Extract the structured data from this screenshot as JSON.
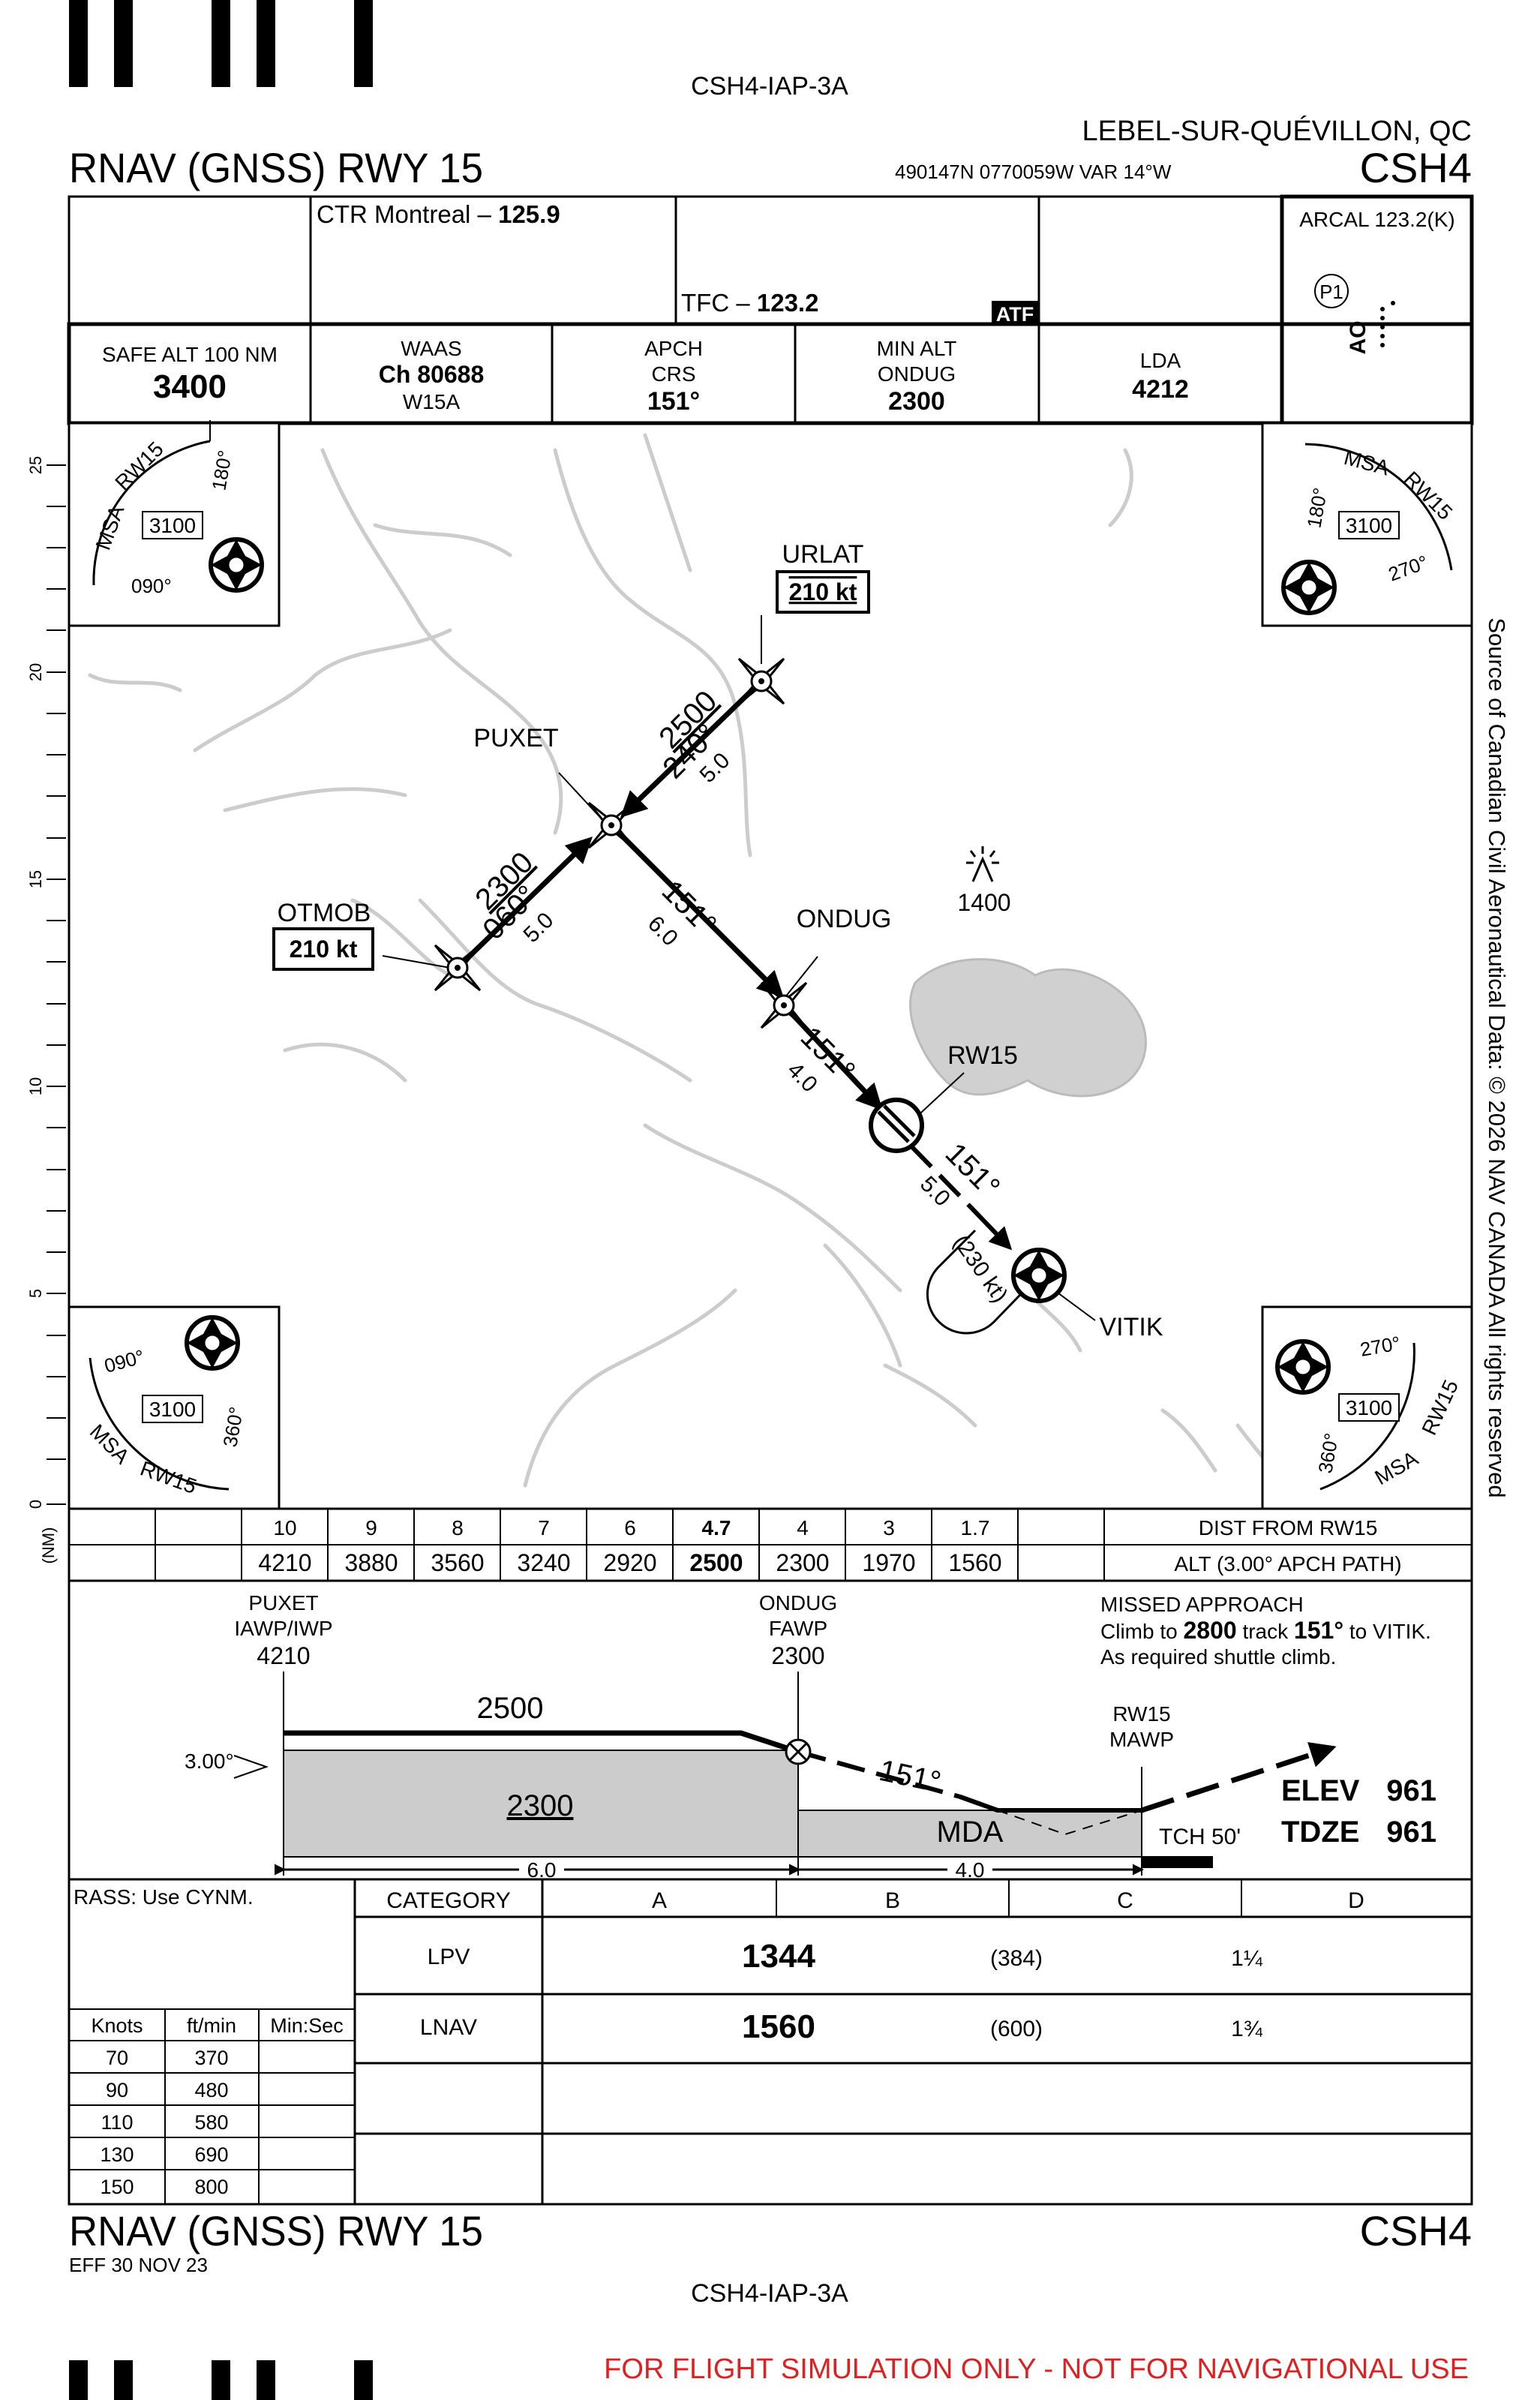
{
  "chart_id": "CSH4-IAP-3A",
  "location": "LEBEL-SUR-QUÉVILLON, QC",
  "procedure": "RNAV (GNSS) RWY 15",
  "coordinates": "490147N  0770059W  VAR 14°W",
  "ident": "CSH4",
  "comms": {
    "ctr_label": "CTR Montreal",
    "ctr_freq": "125.9",
    "tfc_label": "TFC",
    "tfc_freq": "123.2",
    "atf": "ATF",
    "arcal": "ARCAL 123.2(K)",
    "p1": "P1",
    "ao": "AO"
  },
  "info": {
    "safe_alt_label": "SAFE ALT 100 NM",
    "safe_alt": "3400",
    "waas_label": "WAAS",
    "waas_ch": "Ch 80688",
    "waas_id": "W15A",
    "apch_label": "APCH",
    "crs_label": "CRS",
    "apch_crs": "151°",
    "min_alt_label": "MIN ALT",
    "min_alt_fix": "ONDUG",
    "min_alt": "2300",
    "lda_label": "LDA",
    "lda": "4212"
  },
  "plan": {
    "scale_ticks": [
      "25",
      "20",
      "15",
      "10",
      "5",
      "0"
    ],
    "scale_unit": "(NM)",
    "msa_label_a": "MSA",
    "msa_label_b": "RW15",
    "msa_alt": "3100",
    "msa_bearings": [
      "180°",
      "090°",
      "270°",
      "360°"
    ],
    "fixes": {
      "urlat": "URLAT",
      "urlat_speed": "210 kt",
      "puxet": "PUXET",
      "otmob": "OTMOB",
      "otmob_speed": "210 kt",
      "ondug": "ONDUG",
      "rw15": "RW15",
      "vitik": "VITIK",
      "obstacle": "1400"
    },
    "legs": {
      "urlat_alt": "2500",
      "urlat_crs": "240°",
      "urlat_dist": "5.0",
      "otmob_alt": "2300",
      "otmob_crs": "060°",
      "otmob_dist": "5.0",
      "puxet_crs": "151°",
      "puxet_dist": "6.0",
      "ondug_crs": "151°",
      "ondug_dist": "4.0",
      "missed_crs": "151°",
      "missed_dist": "5.0",
      "hold_speed": "(230 kt)"
    },
    "source_note": "Source of Canadian Civil Aeronautical Data: © 2026 NAV CANADA All rights reserved"
  },
  "distance_table": {
    "dist": [
      "10",
      "9",
      "8",
      "7",
      "6",
      "4.7",
      "4",
      "3",
      "1.7"
    ],
    "alt": [
      "4210",
      "3880",
      "3560",
      "3240",
      "2920",
      "2500",
      "2300",
      "1970",
      "1560"
    ],
    "dist_label": "DIST FROM RW15",
    "alt_label": "ALT (3.00° APCH PATH)"
  },
  "profile": {
    "puxet": "PUXET",
    "puxet_type": "IAWP/IWP",
    "puxet_alt": "4210",
    "ondug": "ONDUG",
    "ondug_type": "FAWP",
    "ondug_alt": "2300",
    "missed_title": "MISSED APPROACH",
    "missed_1a": "Climb to",
    "missed_1b": "2800",
    "missed_1c": "track",
    "missed_1d": "151°",
    "missed_1e": "to VITIK.",
    "missed_2": "As required shuttle climb.",
    "alt_2500": "2500",
    "glide": "3.00°",
    "alt_2300": "2300",
    "crs": "151°",
    "mda": "MDA",
    "rw15": "RW15",
    "mawp": "MAWP",
    "elev_label": "ELEV",
    "elev": "961",
    "tdze_label": "TDZE",
    "tdze": "961",
    "tch": "TCH 50'",
    "dist_1": "6.0",
    "dist_2": "4.0"
  },
  "minima": {
    "rass": "RASS: Use CYNM.",
    "category_label": "CATEGORY",
    "categories": [
      "A",
      "B",
      "C",
      "D"
    ],
    "rows": [
      {
        "label": "LPV",
        "mda": "1344",
        "hat": "(384)",
        "vis": "1¼"
      },
      {
        "label": "LNAV",
        "mda": "1560",
        "hat": "(600)",
        "vis": "1¾"
      }
    ],
    "descent_headers": [
      "Knots",
      "ft/min",
      "Min:Sec"
    ],
    "descent": [
      [
        "70",
        "370",
        ""
      ],
      [
        "90",
        "480",
        ""
      ],
      [
        "110",
        "580",
        ""
      ],
      [
        "130",
        "690",
        ""
      ],
      [
        "150",
        "800",
        ""
      ]
    ]
  },
  "footer": {
    "eff": "EFF 30 NOV 23",
    "warning": "FOR FLIGHT SIMULATION ONLY - NOT FOR NAVIGATIONAL USE"
  },
  "colors": {
    "ink": "#000000",
    "terrain": "#cccccc",
    "warning": "#e02020",
    "water": "#d0d0d0"
  }
}
